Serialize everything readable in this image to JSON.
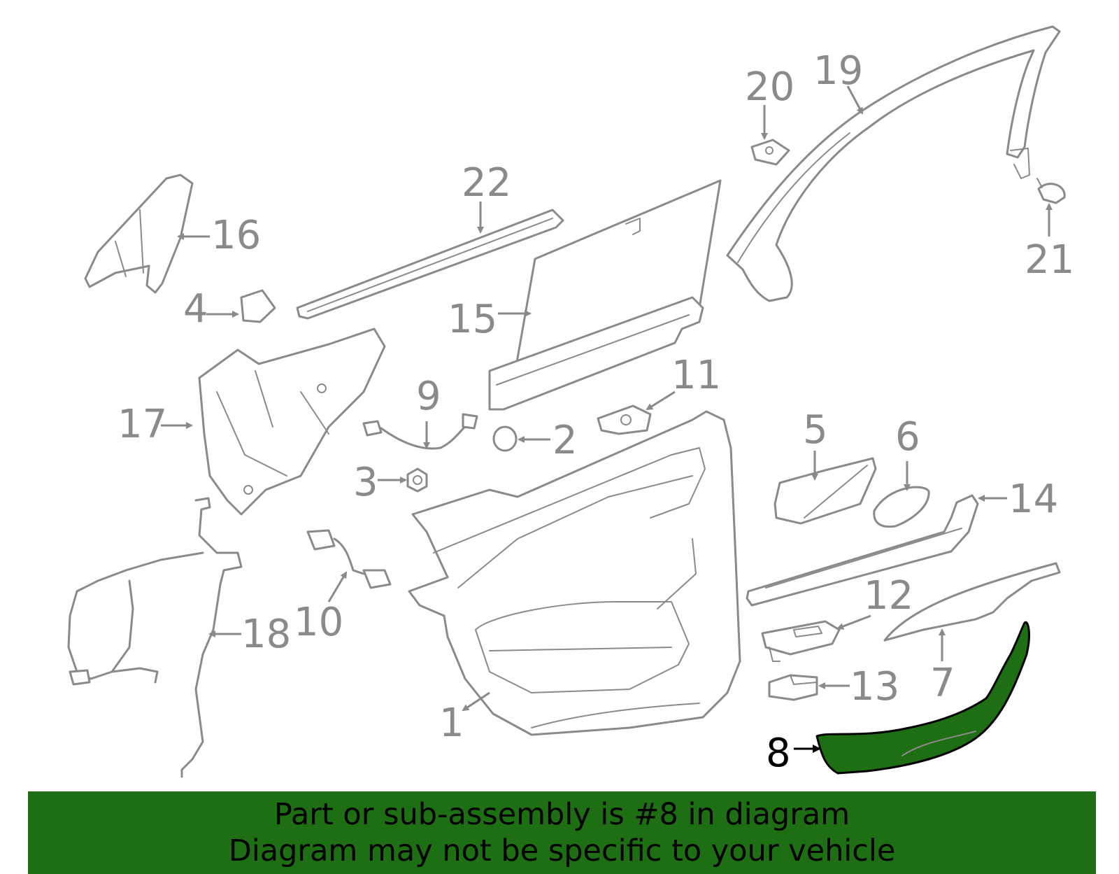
{
  "highlight_color": "#1e6e14",
  "highlight_part": "8",
  "callouts": {
    "c1": "1",
    "c2": "2",
    "c3": "3",
    "c4": "4",
    "c5": "5",
    "c6": "6",
    "c7": "7",
    "c8": "8",
    "c9": "9",
    "c10": "10",
    "c11": "11",
    "c12": "12",
    "c13": "13",
    "c14": "14",
    "c15": "15",
    "c16": "16",
    "c17": "17",
    "c18": "18",
    "c19": "19",
    "c20": "20",
    "c21": "21",
    "c22": "22"
  },
  "banner": {
    "line1": "Part or sub-assembly is #8 in diagram",
    "line2": "Diagram may not be specific to your vehicle"
  }
}
